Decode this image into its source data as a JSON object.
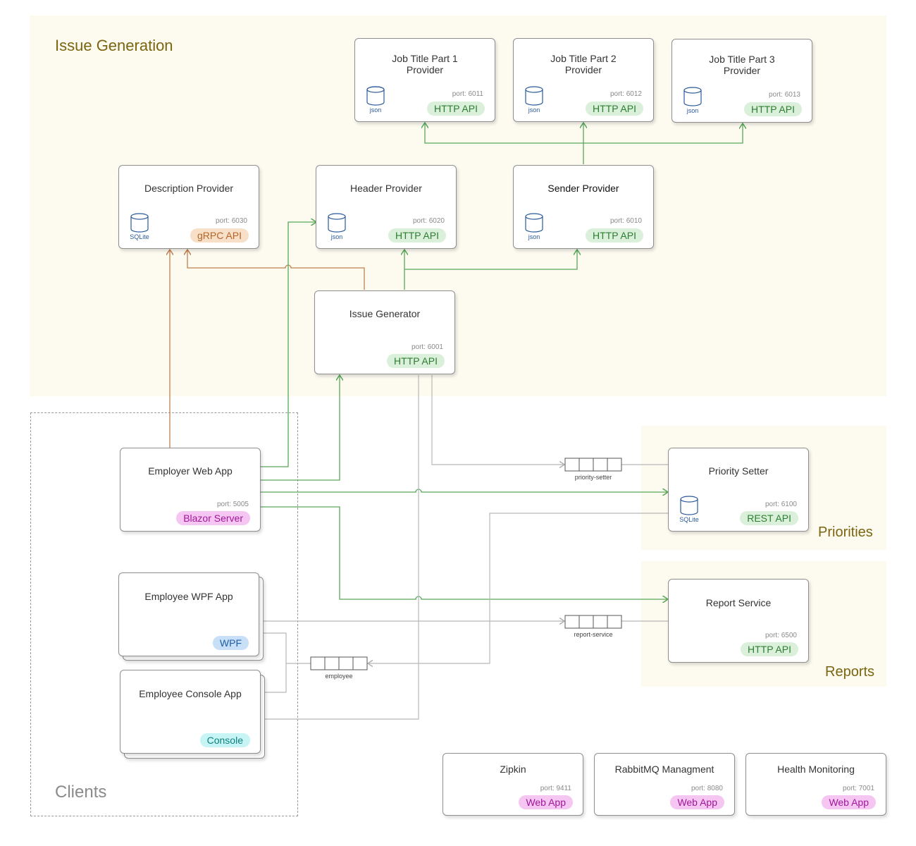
{
  "zones": {
    "issue_generation": "Issue Generation",
    "priorities": "Priorities",
    "reports": "Reports",
    "clients": "Clients"
  },
  "nodes": {
    "job_title_1": {
      "title": "Job Title Part 1\nProvider",
      "port": "port: 6011",
      "api": "HTTP API",
      "store": "json"
    },
    "job_title_2": {
      "title": "Job Title Part 2\nProvider",
      "port": "port: 6012",
      "api": "HTTP API",
      "store": "json"
    },
    "job_title_3": {
      "title": "Job Title Part 3\nProvider",
      "port": "port: 6013",
      "api": "HTTP API",
      "store": "json"
    },
    "description_provider": {
      "title": "Description Provider",
      "port": "port: 6030",
      "api": "gRPC API",
      "store": "SQLite"
    },
    "header_provider": {
      "title": "Header Provider",
      "port": "port: 6020",
      "api": "HTTP API",
      "store": "json"
    },
    "sender_provider": {
      "title": "Sender Provider",
      "port": "port: 6010",
      "api": "HTTP API",
      "store": "json"
    },
    "issue_generator": {
      "title": "Issue Generator",
      "port": "port: 6001",
      "api": "HTTP API"
    },
    "employer_web_app": {
      "title": "Employer Web App",
      "port": "port: 5005",
      "api": "Blazor Server"
    },
    "priority_setter": {
      "title": "Priority Setter",
      "port": "port: 6100",
      "api": "REST API",
      "store": "SQLite"
    },
    "employee_wpf_app": {
      "title": "Employee WPF App",
      "api": "WPF"
    },
    "report_service": {
      "title": "Report Service",
      "port": "port: 6500",
      "api": "HTTP API"
    },
    "employee_console_app": {
      "title": "Employee Console App",
      "api": "Console"
    },
    "zipkin": {
      "title": "Zipkin",
      "port": "port: 9411",
      "api": "Web App"
    },
    "rabbitmq": {
      "title": "RabbitMQ Managment",
      "port": "port: 8080",
      "api": "Web App"
    },
    "health": {
      "title": "Health Monitoring",
      "port": "port: 7001",
      "api": "Web App"
    }
  },
  "queues": {
    "priority_setter": "priority-setter",
    "report_service": "report-service",
    "employee": "employee"
  },
  "colors": {
    "zone_bg": "#fdfaf0",
    "zone_title": "#7a6510",
    "http_link": "#5aa85a",
    "grpc_link": "#c08050",
    "queue_link": "#b8b8b8"
  }
}
